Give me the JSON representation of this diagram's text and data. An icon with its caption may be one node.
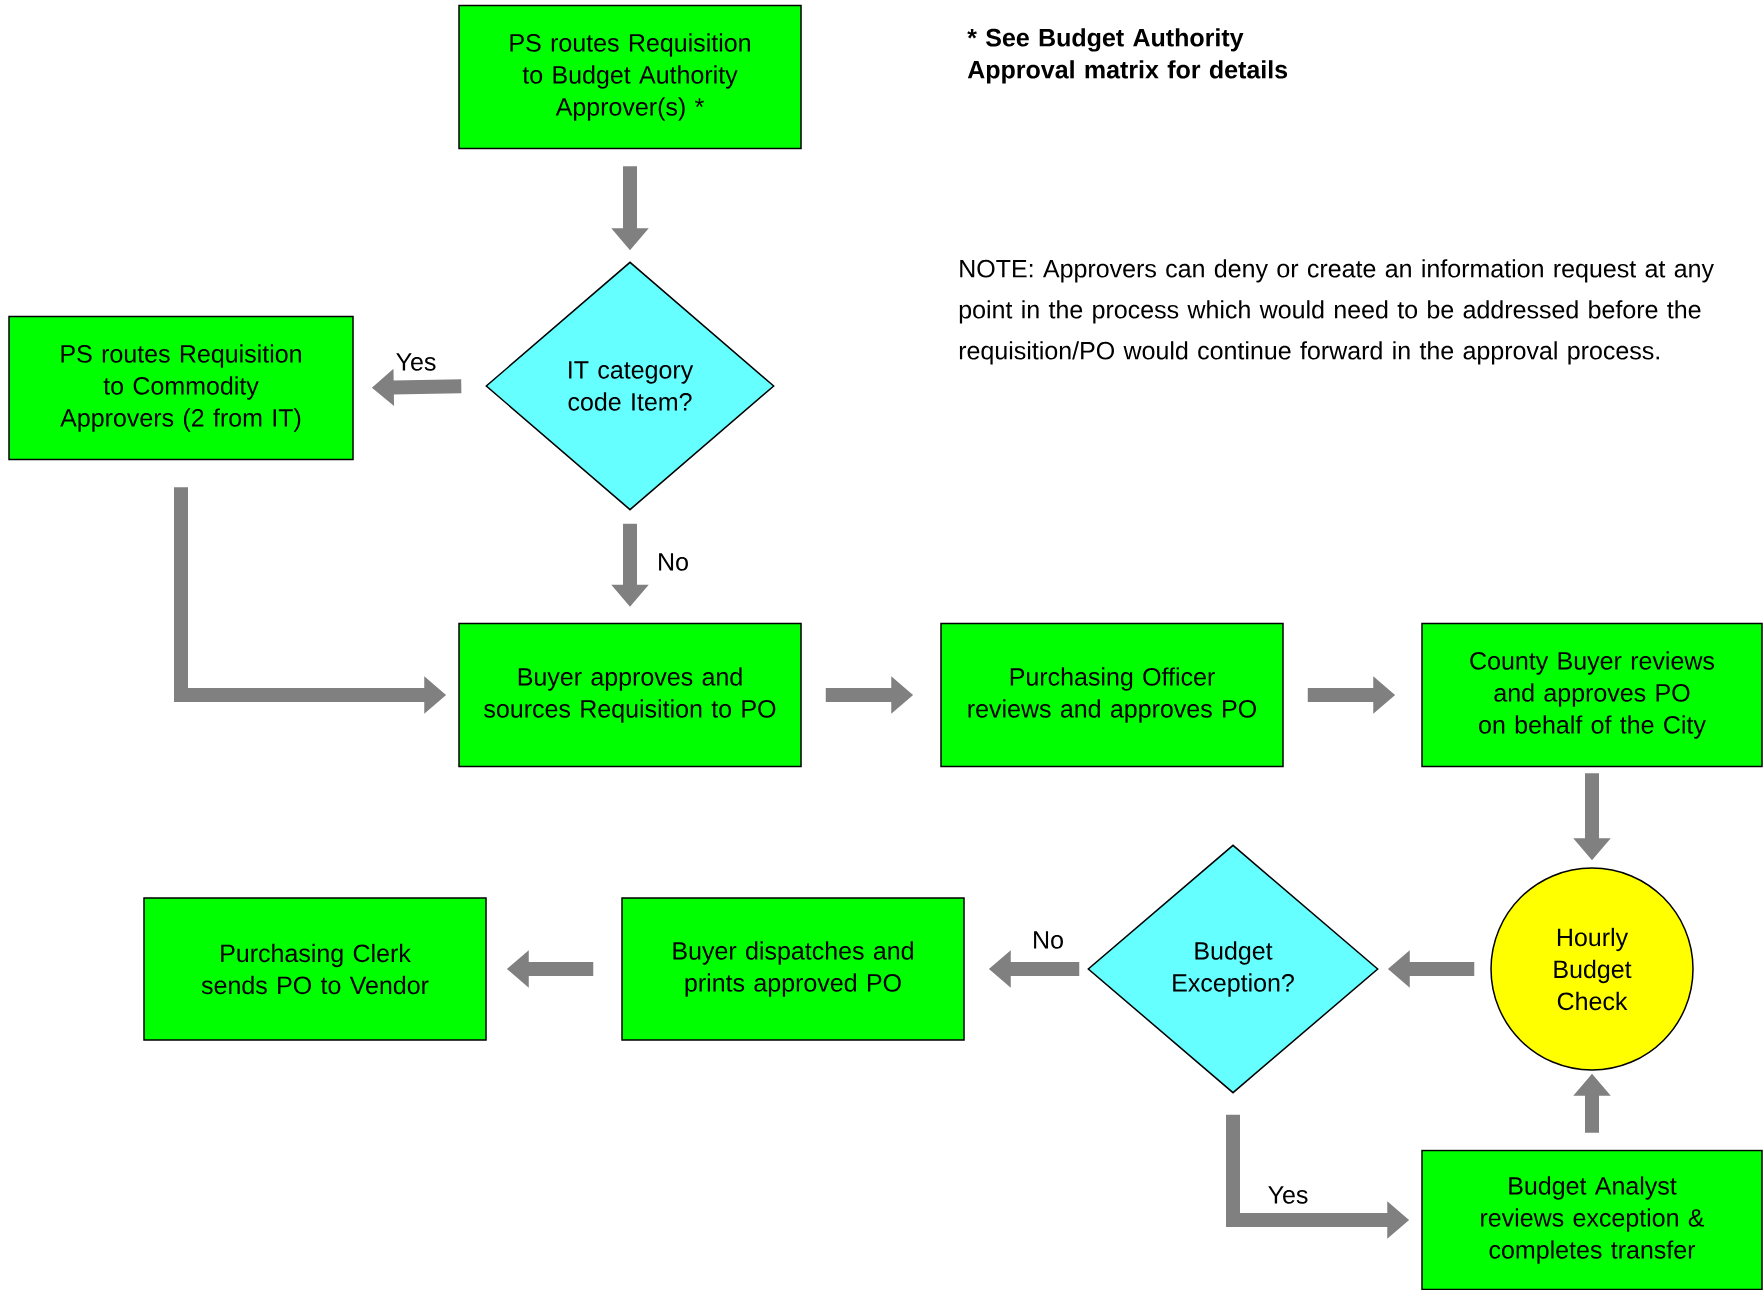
{
  "diagram": {
    "nodes": [
      {
        "text": [
          "PS routes Requisition to Budget Authority Approver(s) *"
        ]
      },
      {
        "text": [
          "IT category code Item?"
        ]
      },
      {
        "text": [
          "PS routes Requisition to Commodity Approvers (2 from IT)"
        ]
      },
      {
        "text": [
          "Buyer approves and sources Requisition to PO"
        ]
      },
      {
        "text": [
          "Purchasing Officer reviews and approves PO"
        ]
      },
      {
        "text": [
          "County Buyer reviews and approves PO on behalf of the City"
        ]
      },
      {
        "text": [
          "Hourly Budget Check"
        ]
      },
      {
        "text": [
          "Budget Exception?"
        ]
      },
      {
        "text": [
          "Buyer dispatches and prints approved PO"
        ]
      },
      {
        "text": [
          "Purchasing Clerk sends PO to Vendor"
        ]
      },
      {
        "text": [
          "Budget Analyst reviews exception & completes transfer"
        ]
      }
    ],
    "edges": [
      {
        "from": 0,
        "to": 1,
        "arrow": "to"
      },
      {
        "from": 1,
        "to": 2,
        "arrow": "to",
        "label": "Yes"
      },
      {
        "from": 1,
        "to": 3,
        "arrow": "to",
        "label": "No"
      },
      {
        "from": 2,
        "to": 3,
        "arrow": "to"
      },
      {
        "from": 3,
        "to": 4,
        "arrow": "to"
      },
      {
        "from": 4,
        "to": 5,
        "arrow": "to"
      },
      {
        "from": 5,
        "to": 6,
        "arrow": "to"
      },
      {
        "from": 6,
        "to": 7,
        "arrow": "to"
      },
      {
        "from": 7,
        "to": 8,
        "arrow": "to",
        "label": "No"
      },
      {
        "from": 8,
        "to": 9,
        "arrow": "to"
      },
      {
        "from": 7,
        "to": 10,
        "arrow": "to",
        "label": "Yes"
      },
      {
        "from": 10,
        "to": 6,
        "arrow": "to"
      }
    ],
    "labels": [
      "* See Budget Authority Approval matrix for details",
      "NOTE: Approvers can deny or create an information request at any point in the process which would need to be addressed before the requisition/PO would continue forward in the approval process."
    ]
  }
}
